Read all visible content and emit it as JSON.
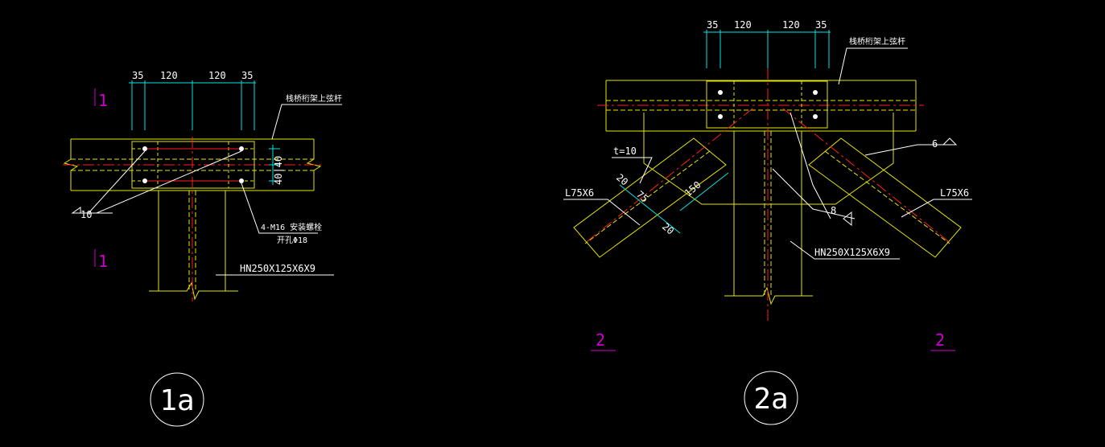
{
  "colors": {
    "background": "#000000",
    "member": "#e6e600",
    "dimension": "#00e5e5",
    "centerline": "#ff2020",
    "leader": "#ffffff",
    "section_mark": "#d000d0"
  },
  "detail_1a": {
    "dims": [
      "35",
      "120",
      "120",
      "35"
    ],
    "plate_dim": "40|40",
    "top_chord_label": "栈桥桁架上弦杆",
    "weld_label": "10",
    "bolt_label": "4-M16 安装螺栓",
    "hole_label": "开孔Φ18",
    "column_label": "HN250X125X6X9",
    "section_top": "1",
    "section_bottom": "1",
    "title": "1a"
  },
  "detail_2a": {
    "dims": [
      "35",
      "120",
      "120",
      "35"
    ],
    "top_chord_label": "栈桥桁架上弦杆",
    "plate_thk": "t=10",
    "weld_right": "6",
    "left_member": "L75X6",
    "right_member": "L75X6",
    "dim_20a": "20",
    "dim_75": "75",
    "dim_150": "150",
    "dim_20b": "20",
    "weld_mid": "8",
    "column_label": "HN250X125X6X9",
    "section_left": "2",
    "section_right": "2",
    "title": "2a"
  }
}
